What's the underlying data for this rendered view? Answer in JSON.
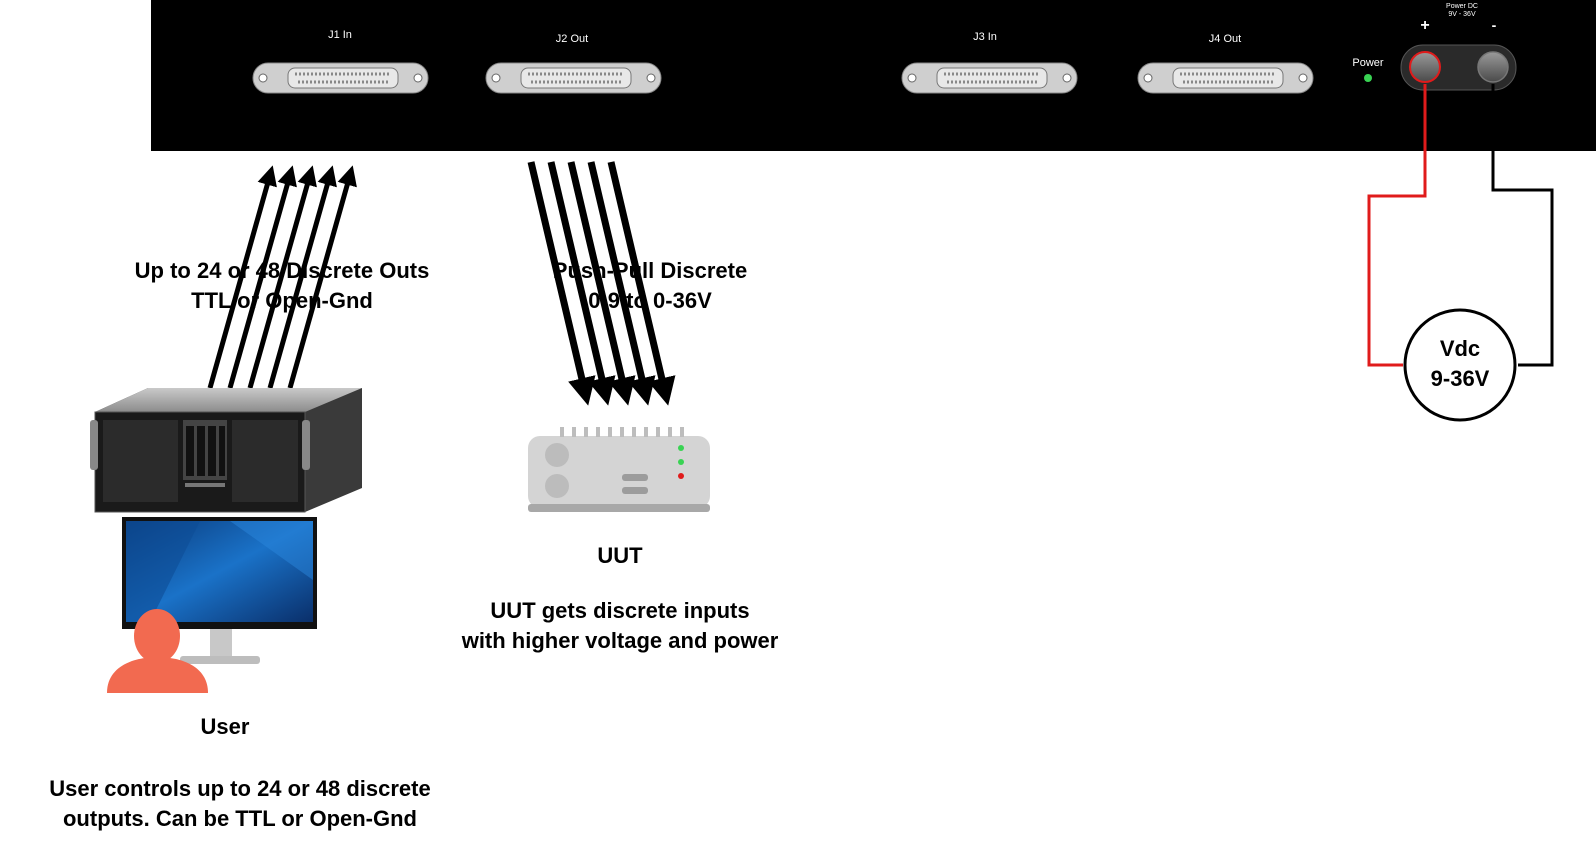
{
  "panel": {
    "connectors": [
      {
        "label": "J1 In"
      },
      {
        "label": "J2  Out"
      },
      {
        "label": "J3 In"
      },
      {
        "label": "J4  Out"
      }
    ],
    "power_led_label": "Power",
    "power_dc_label_line1": "Power DC",
    "power_dc_label_line2": "9V - 36V",
    "plus_label": "+",
    "minus_label": "-"
  },
  "annotations": {
    "discrete_outs_line1": "Up to 24 or 48 Discrete Outs",
    "discrete_outs_line2": "TTL or Open-Gnd",
    "push_pull_line1": "Push-Pull Discrete",
    "push_pull_line2": "0-9 to 0-36V",
    "uut_label": "UUT",
    "uut_desc_line1": "UUT gets discrete inputs",
    "uut_desc_line2": "with higher voltage and power",
    "user_label": "User",
    "user_desc_line1": "User controls up to 24 or 48 discrete",
    "user_desc_line2": "outputs. Can be TTL or Open-Gnd"
  },
  "power_source": {
    "line1": "Vdc",
    "line2": "9-36V"
  },
  "colors": {
    "panel": "#000000",
    "positive_wire": "#e01b1b",
    "negative_wire": "#000000",
    "led_green": "#39d353",
    "user_icon": "#f26a50",
    "uut_body": "#d4d4d4"
  }
}
